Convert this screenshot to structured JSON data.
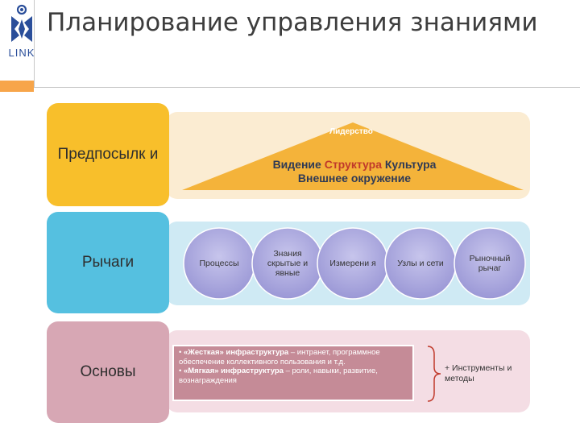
{
  "slide": {
    "title": "Планирование управления знаниями",
    "logo_text": "LINK"
  },
  "rows": {
    "prerequisites": {
      "label": "Предпосылк и",
      "triangle_top": "Лидерство",
      "line1_a": "Видение",
      "line1_b": "Структура",
      "line1_c": "Культура",
      "line2": "Внешнее окружение"
    },
    "levers": {
      "label": "Рычаги",
      "circles": [
        {
          "text": "Процессы"
        },
        {
          "text": "Знания скрытые и явные"
        },
        {
          "text": "Измерени я"
        },
        {
          "text": "Узлы и сети"
        },
        {
          "text": "Рыночный рычаг"
        }
      ]
    },
    "foundations": {
      "label": "Основы",
      "bullet1_bold": "«Жесткая» инфраструктура",
      "bullet1_rest": " – интранет, программное обеспечение коллективного пользования и т.д.",
      "bullet2_bold": "«Мягкая» инфраструктура",
      "bullet2_rest": " – роли, навыки, развитие, вознаграждения",
      "side_note": "+ Инструменты и методы"
    }
  },
  "colors": {
    "orange_accent": "#f7a54a",
    "prereq_left": "#f8bf2b",
    "prereq_band": "#fbecd2",
    "triangle": "#f4b33a",
    "levers_left": "#55c0e0",
    "levers_band": "#cfeaf4",
    "circle_fill": "#b0aee0",
    "found_left": "#d7a7b4",
    "found_band": "#f4dde4",
    "found_box": "#c58b97"
  }
}
